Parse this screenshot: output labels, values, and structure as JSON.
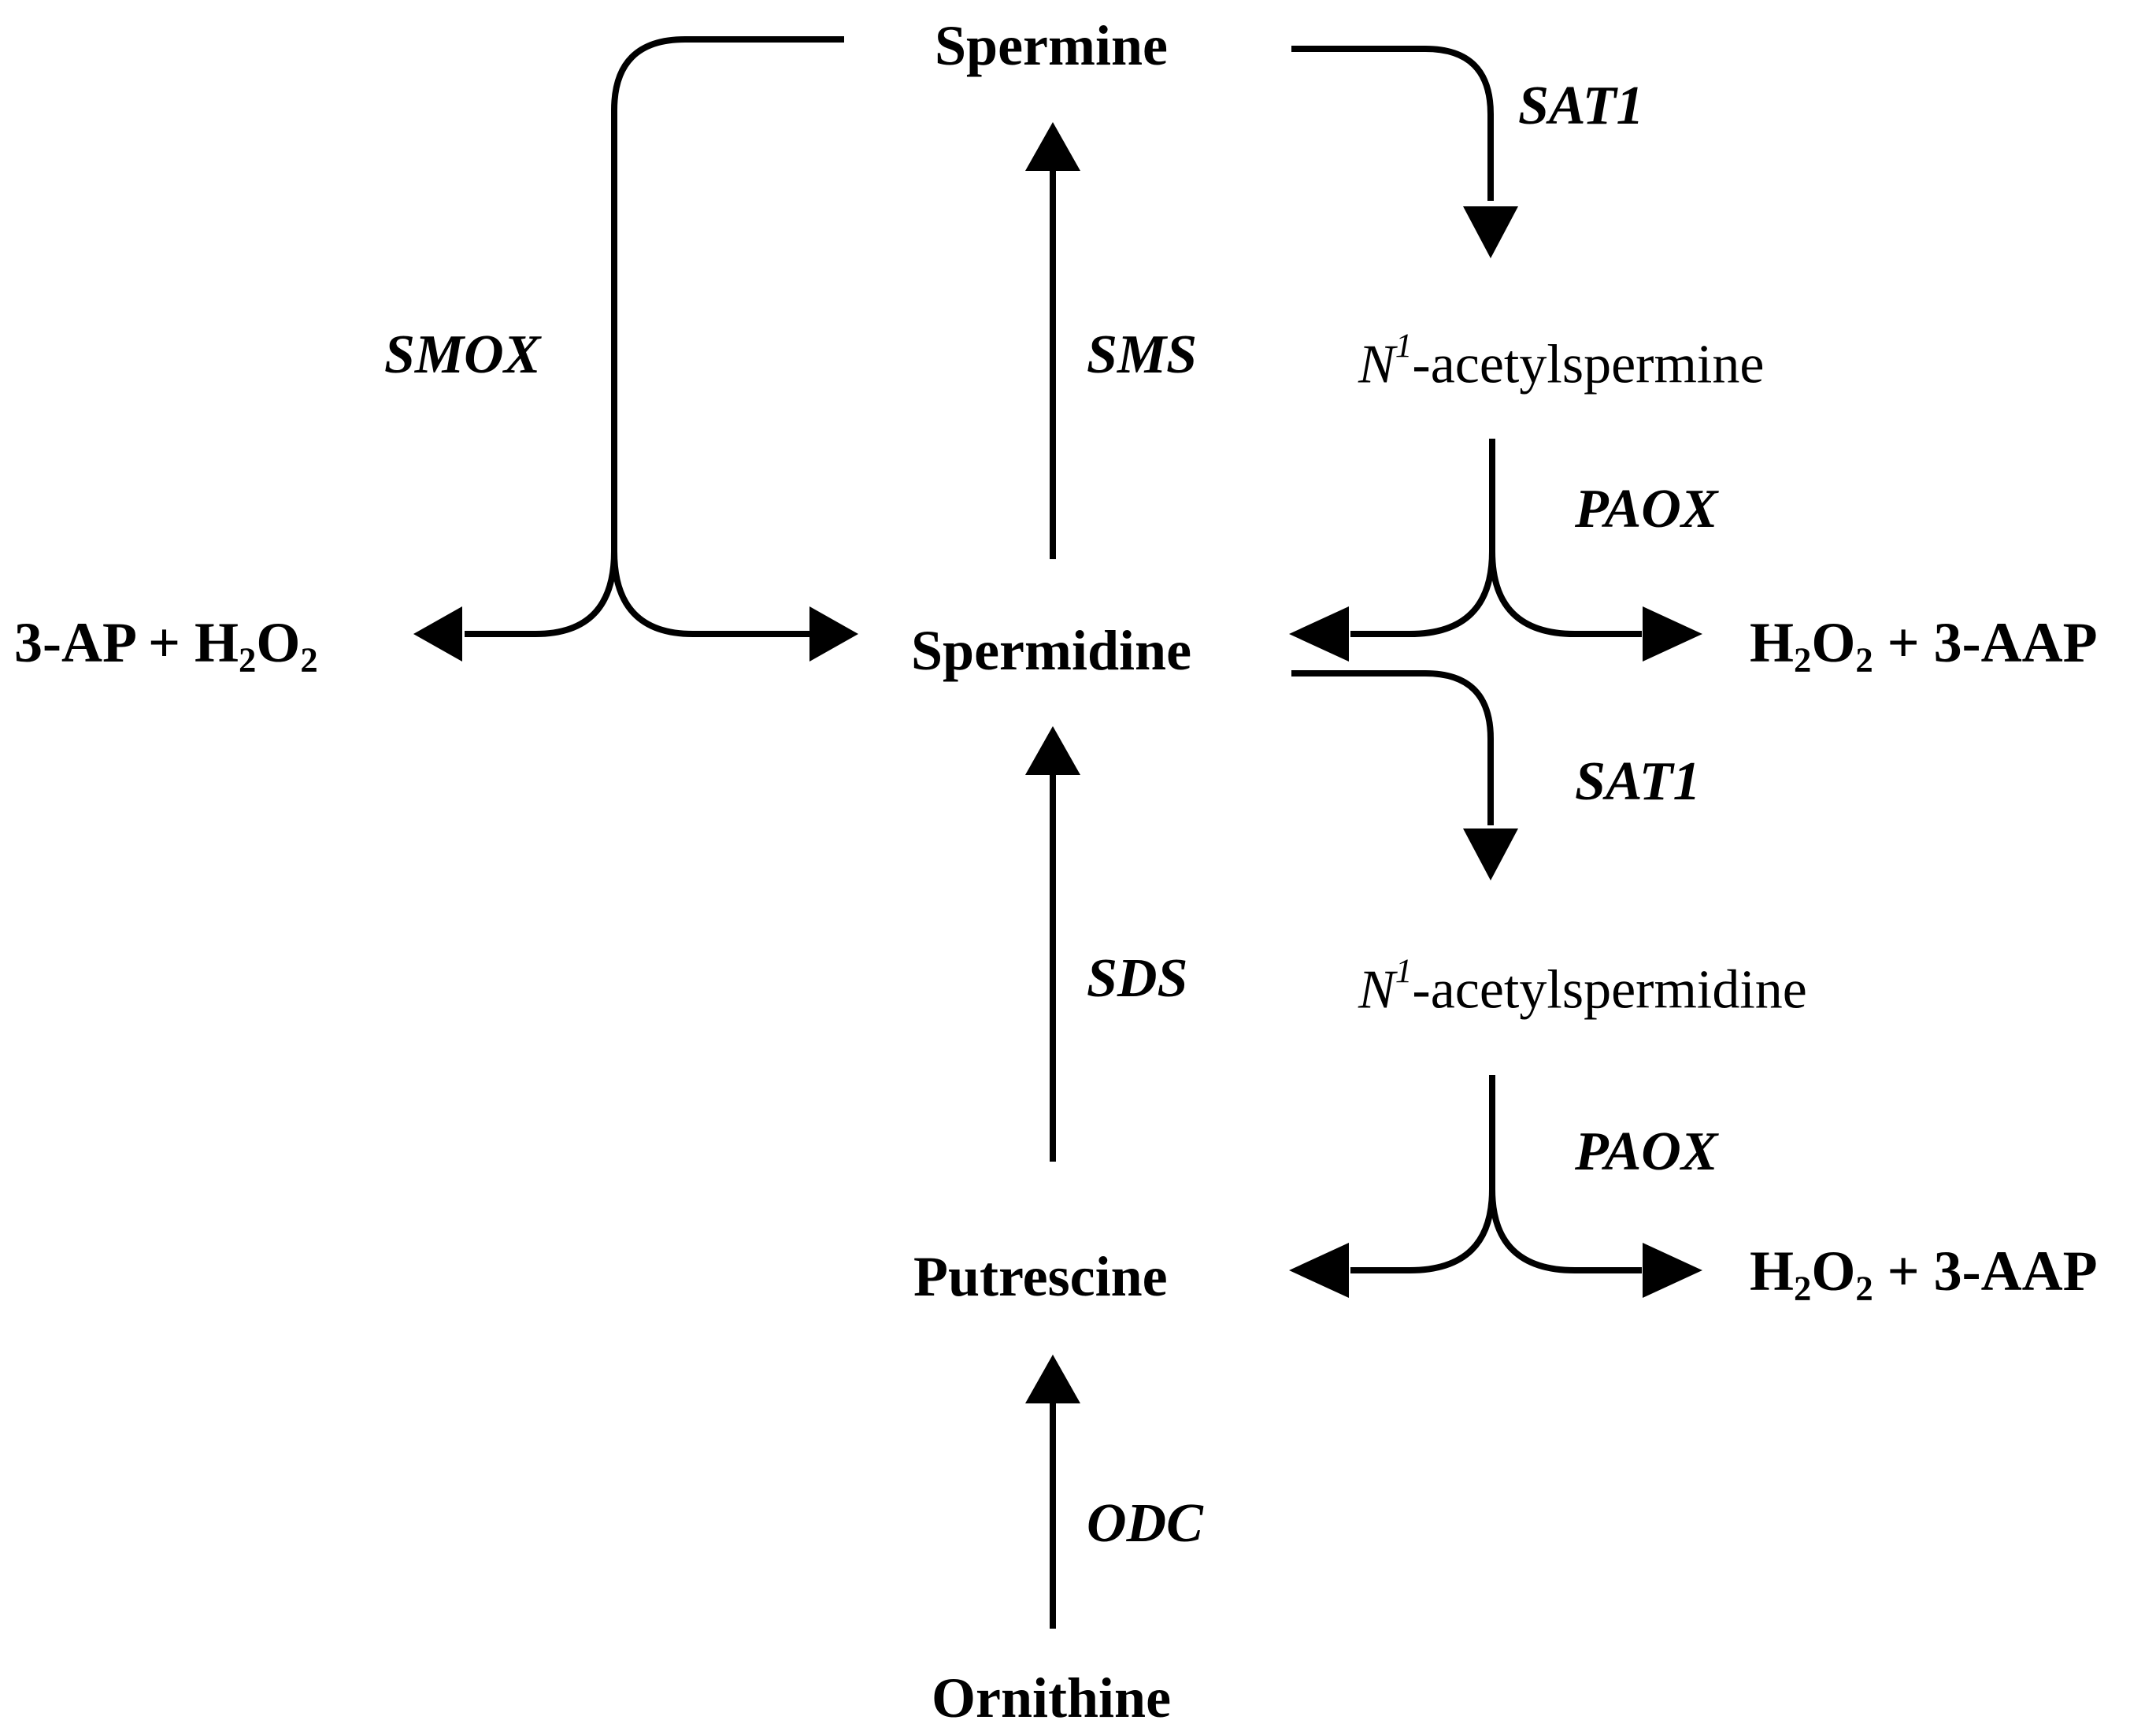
{
  "metabolites": {
    "spermine": "Spermine",
    "spermidine": "Spermidine",
    "putrescine": "Putrescine",
    "ornithine": "Ornithine",
    "acetylspermine": {
      "prefix": "N",
      "sup": "1",
      "suffix": "-acetylspermine"
    },
    "acetylspermidine": {
      "prefix": "N",
      "sup": "1",
      "suffix": "-acetylspermidine"
    }
  },
  "products": {
    "smox_products": {
      "a": "3-AP + H",
      "sub1": "2",
      "b": "O",
      "sub2": "2"
    },
    "paox1_products": {
      "a": "H",
      "sub1": "2",
      "b": "O",
      "sub2": "2",
      "c": " + 3-AAP"
    },
    "paox2_products": {
      "a": "H",
      "sub1": "2",
      "b": "O",
      "sub2": "2",
      "c": " + 3-AAP"
    }
  },
  "enzymes": {
    "smox": "SMOX",
    "sms": "SMS",
    "sat1_top": "SAT1",
    "paox_top": "PAOX",
    "sat1_bottom": "SAT1",
    "sds": "SDS",
    "paox_bottom": "PAOX",
    "odc": "ODC"
  },
  "colors": {
    "line": "#000000",
    "background": "#ffffff"
  }
}
